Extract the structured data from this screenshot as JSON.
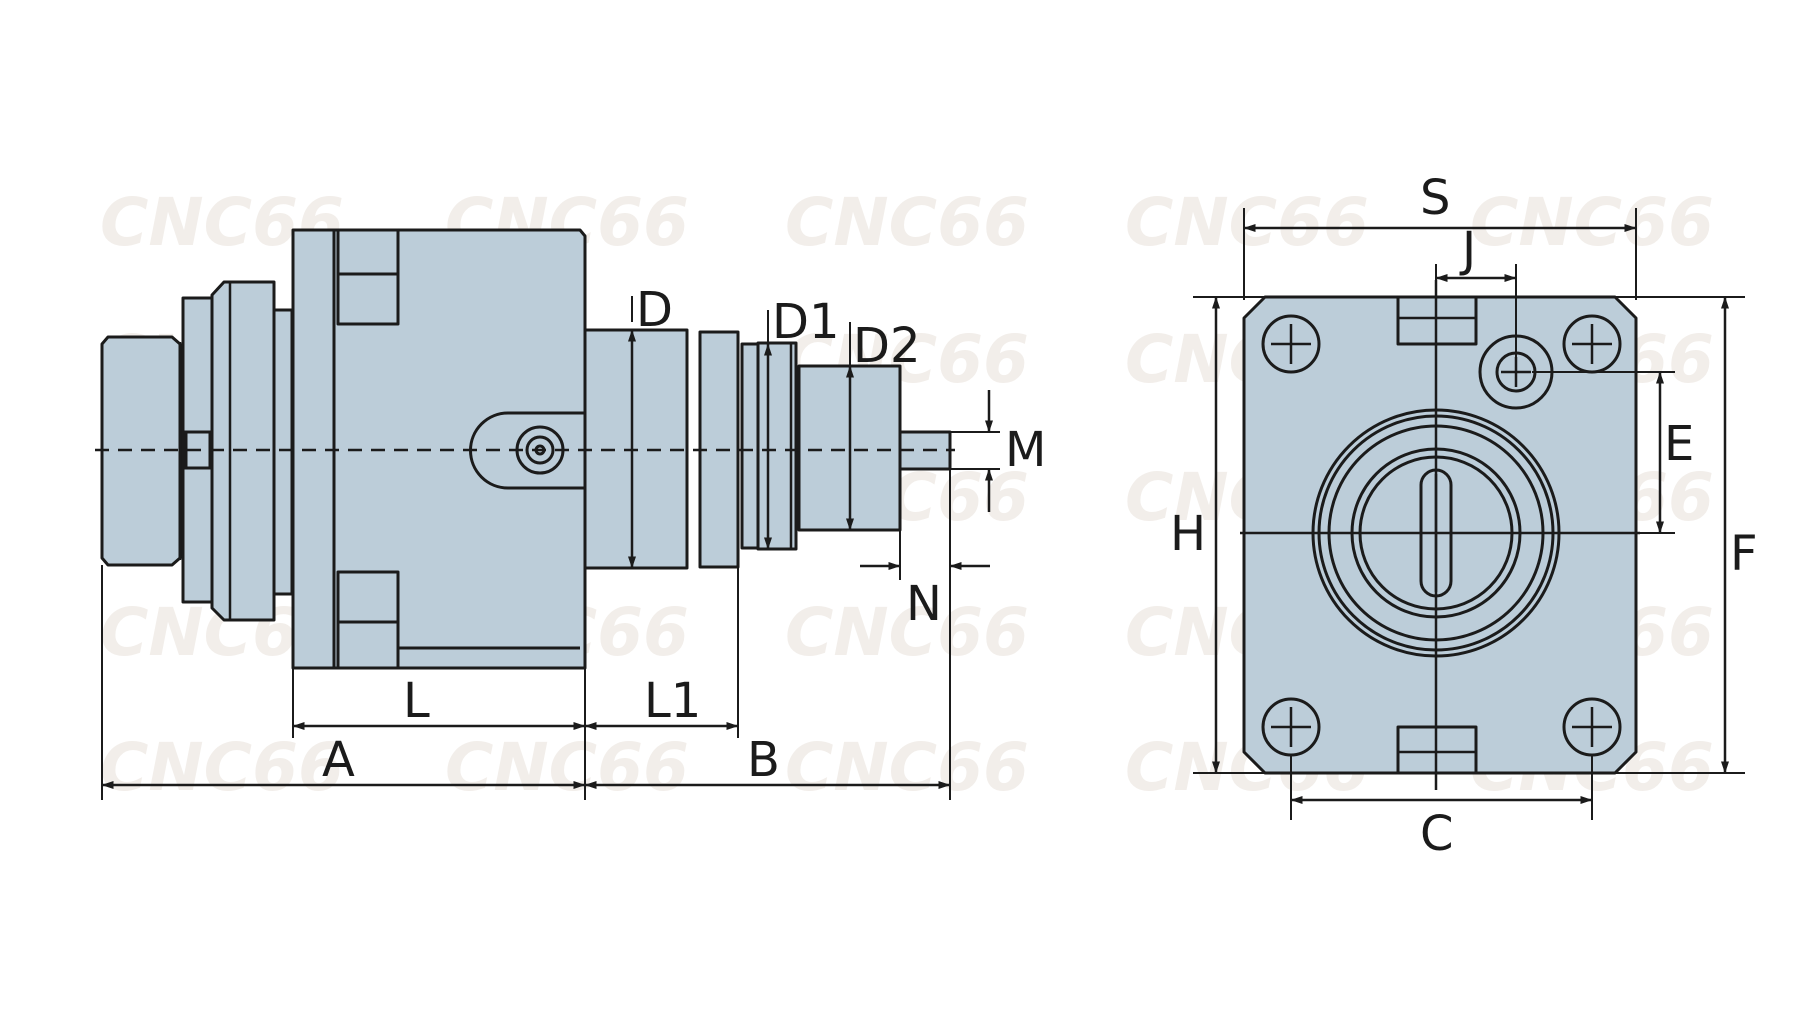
{
  "watermark": "CNC66",
  "colors": {
    "body_fill": "#bccdd9",
    "line": "#1b1b1b",
    "watermark": "#f2eeea"
  },
  "side_view": {
    "labels": {
      "D": "D",
      "D1": "D1",
      "D2": "D2",
      "M": "M",
      "N": "N",
      "L": "L",
      "L1": "L1",
      "A": "A",
      "B": "B"
    }
  },
  "front_view": {
    "labels": {
      "S": "S",
      "J": "J",
      "E": "E",
      "H": "H",
      "F": "F",
      "C": "C"
    }
  }
}
